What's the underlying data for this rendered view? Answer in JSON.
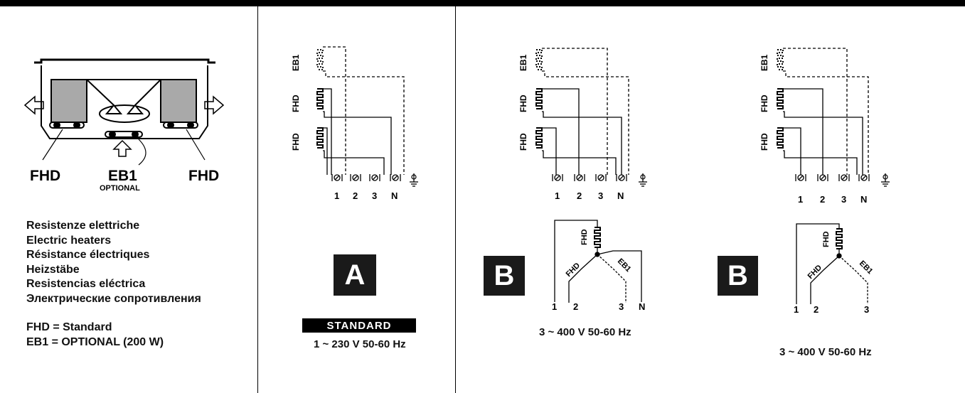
{
  "unit": {
    "left_label": "FHD",
    "center_label": "EB1",
    "center_sublabel": "OPTIONAL",
    "right_label": "FHD"
  },
  "legend": {
    "lines": [
      "Resistenze elettriche",
      "Electric heaters",
      "Résistance électriques",
      "Heizstäbe",
      "Resistencias eléctrica",
      "Электрические сопротивления"
    ],
    "fhd": "FHD = Standard",
    "eb1": "EB1 = OPTIONAL (200 W)"
  },
  "heater_labels": {
    "fhd": "FHD",
    "eb1": "EB1"
  },
  "terminals": {
    "t1": "1",
    "t2": "2",
    "t3": "3",
    "tn": "N"
  },
  "panel_a": {
    "badge": "A",
    "standard": "STANDARD",
    "voltage": "1 ~ 230 V  50-60 Hz"
  },
  "panel_b1": {
    "badge": "B",
    "voltage": "3 ~ 400 V  50-60 Hz",
    "star_terminals": {
      "a": "1",
      "b": "2",
      "c": "3",
      "d": "N"
    }
  },
  "panel_b2": {
    "badge": "B",
    "voltage": "3 ~ 400 V  50-60 Hz",
    "star_terminals": {
      "a": "1",
      "b": "2",
      "c": "3"
    }
  }
}
